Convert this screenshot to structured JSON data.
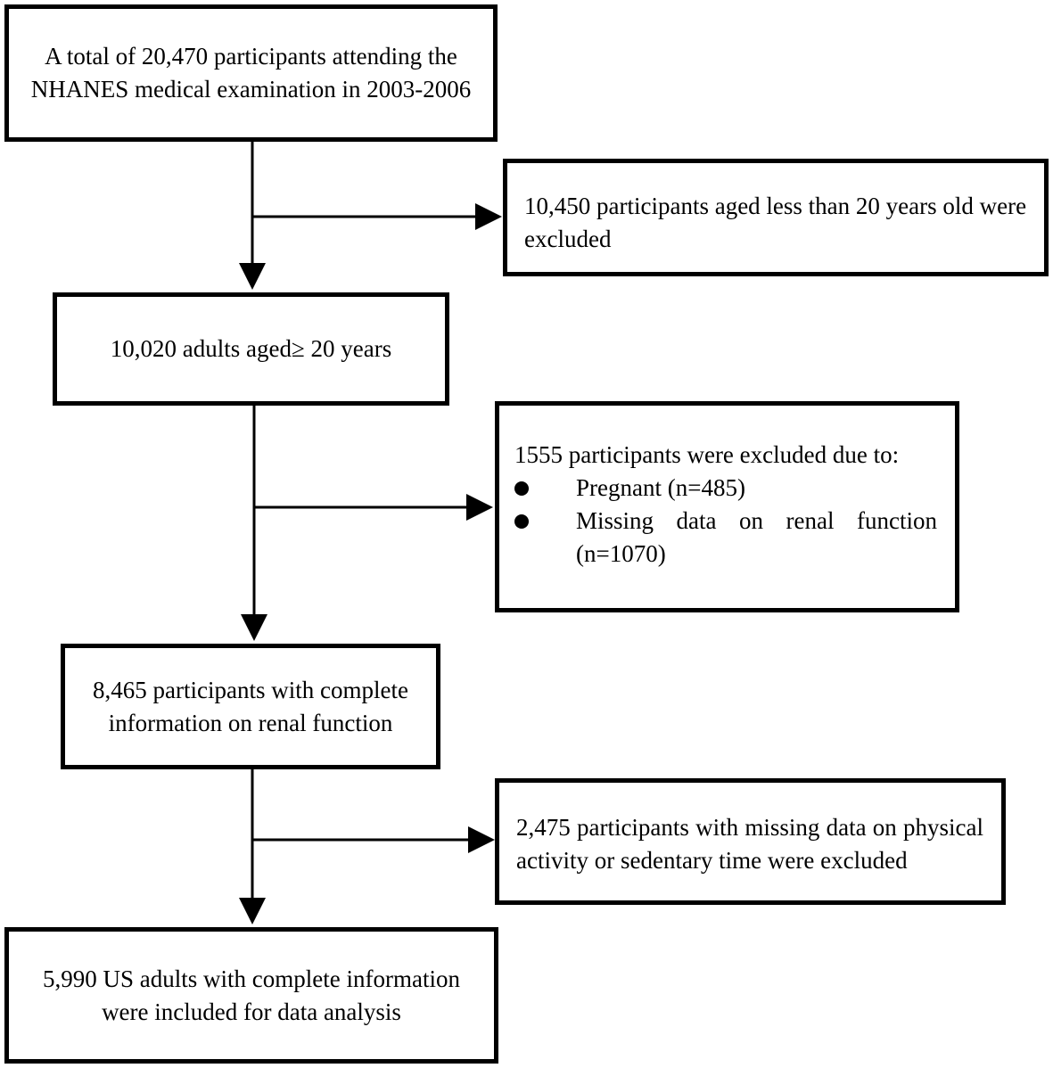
{
  "flowchart": {
    "box1": {
      "lines": [
        "A total of 20,470 participants attending the",
        "NHANES medical examination in 2003-2006"
      ]
    },
    "exclusion1": {
      "lines": [
        "10,450 participants aged less than 20 years old were",
        "excluded"
      ]
    },
    "box2": {
      "text": "10,020 adults aged≥ 20 years"
    },
    "exclusion2": {
      "heading": "1555 participants were excluded due to:",
      "items": [
        {
          "text": "Pregnant (n=485)"
        },
        {
          "text_line1": "Missing data on renal function",
          "text_line2": "(n=1070)"
        }
      ]
    },
    "box3": {
      "lines": [
        "8,465 participants with complete",
        "information on renal function"
      ]
    },
    "exclusion3": {
      "lines": [
        "2,475 participants with missing data on physical",
        "activity or sedentary time were excluded"
      ]
    },
    "box4": {
      "lines": [
        "5,990 US adults with complete information",
        "were included for data analysis"
      ]
    }
  }
}
